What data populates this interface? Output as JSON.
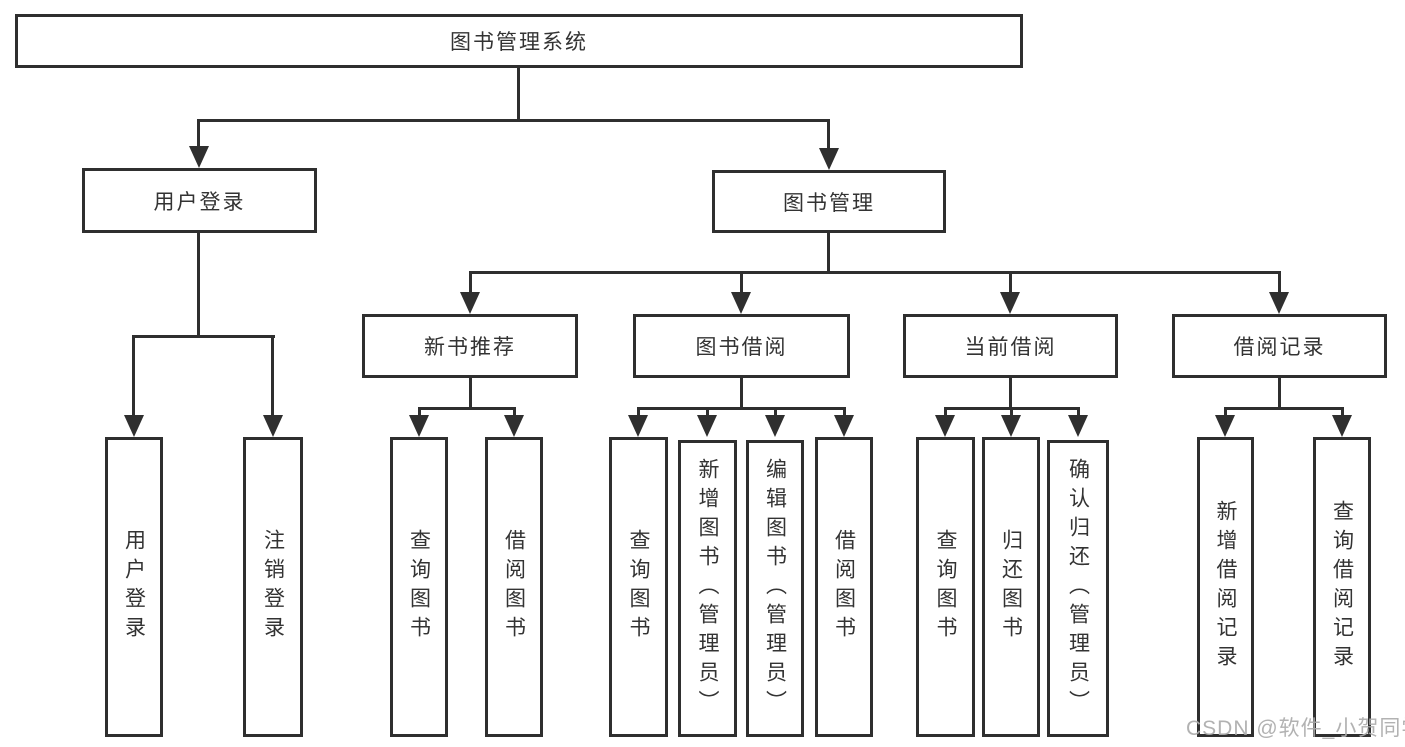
{
  "tree": {
    "root": {
      "label": "图书管理系统",
      "children": [
        {
          "label": "用户登录",
          "children": [
            {
              "label": "用户登录"
            },
            {
              "label": "注销登录"
            }
          ]
        },
        {
          "label": "图书管理",
          "children": [
            {
              "label": "新书推荐",
              "children": [
                {
                  "label": "查询图书"
                },
                {
                  "label": "借阅图书"
                }
              ]
            },
            {
              "label": "图书借阅",
              "children": [
                {
                  "label": "查询图书"
                },
                {
                  "label": "新增图书（管理员）"
                },
                {
                  "label": "编辑图书（管理员）"
                },
                {
                  "label": "借阅图书"
                }
              ]
            },
            {
              "label": "当前借阅",
              "children": [
                {
                  "label": "查询图书"
                },
                {
                  "label": "归还图书"
                },
                {
                  "label": "确认归还（管理员）"
                }
              ]
            },
            {
              "label": "借阅记录",
              "children": [
                {
                  "label": "新增借阅记录"
                },
                {
                  "label": "查询借阅记录"
                }
              ]
            }
          ]
        }
      ]
    }
  },
  "watermark": {
    "text": "CSDN @软件_小贺同学"
  },
  "colors": {
    "line": "#2f2f2f",
    "text": "#333333",
    "background": "#ffffff",
    "watermark": "#ababab"
  }
}
